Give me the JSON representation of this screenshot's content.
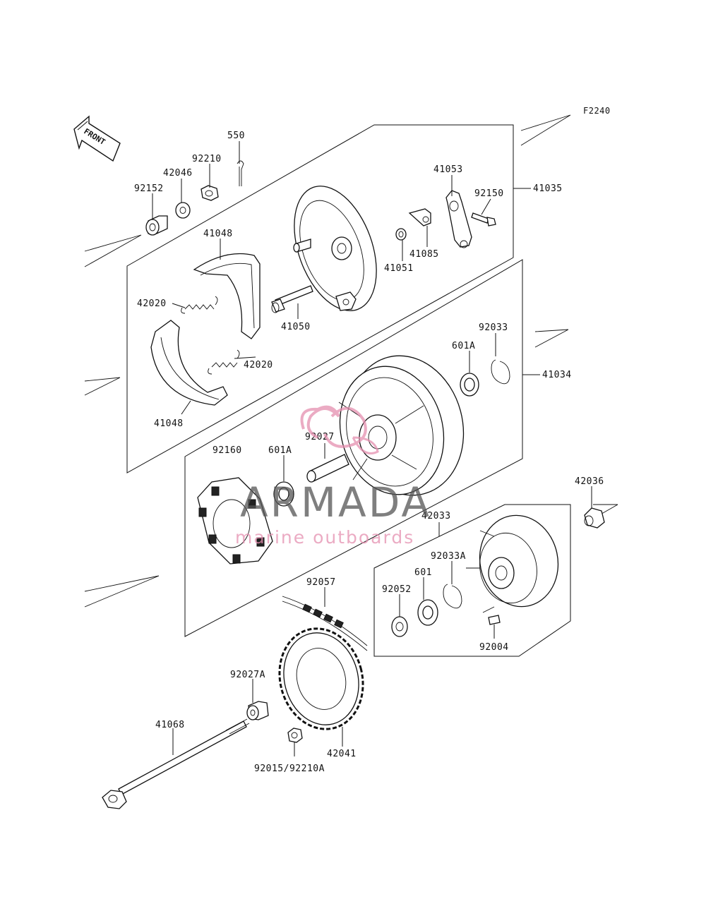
{
  "figure_code": "F2240",
  "front_label": "FRONT",
  "watermark": {
    "brand": "ARMADA",
    "tagline": "marine outboards",
    "brand_color": "#555555",
    "accent_color": "#e58fb0"
  },
  "labels": {
    "p550": "550",
    "p92210": "92210",
    "p42046": "42046",
    "p92152": "92152",
    "p41053": "41053",
    "p92150": "92150",
    "p41035": "41035",
    "p41048_top": "41048",
    "p41051": "41051",
    "p41085": "41085",
    "p42020_left": "42020",
    "p41050": "41050",
    "p42020_right": "42020",
    "p92033": "92033",
    "p601A_top": "601A",
    "p41034": "41034",
    "p41048_bottom": "41048",
    "p92160": "92160",
    "p601A_mid": "601A",
    "p92027": "92027",
    "p42036": "42036",
    "p42033": "42033",
    "p92033A": "92033A",
    "p92057": "92057",
    "p601": "601",
    "p92052": "92052",
    "p92004": "92004",
    "p92027A": "92027A",
    "p41068": "41068",
    "p42041": "42041",
    "p92015": "92015/92210A"
  }
}
